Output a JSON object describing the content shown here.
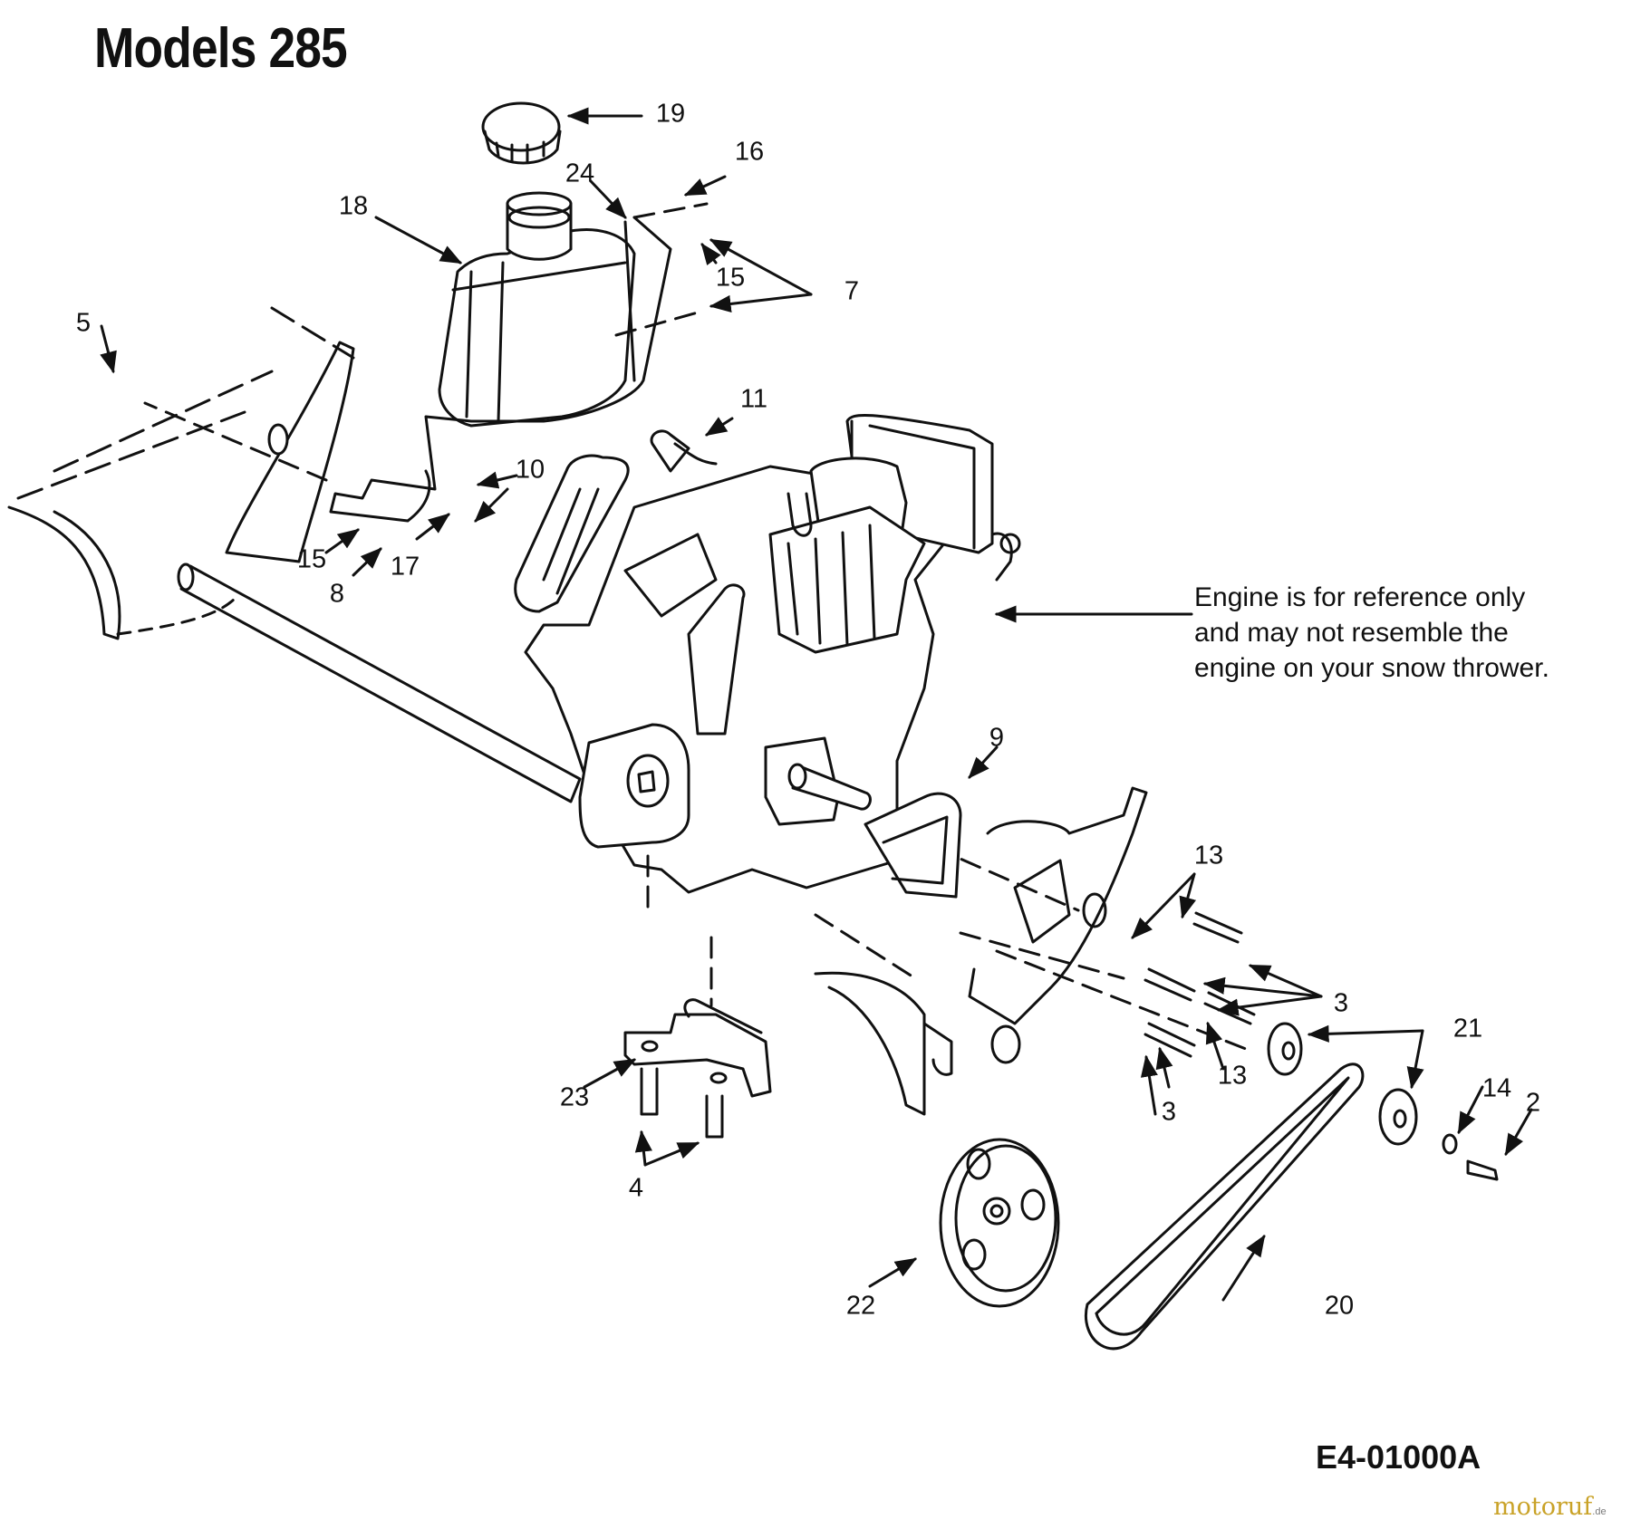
{
  "title": "Models 285",
  "note_lines": [
    "Engine is for reference only",
    "and may not resemble the",
    "engine on your snow thrower."
  ],
  "diagram_code": "E4-01000A",
  "watermark": {
    "text_main": "motoruf",
    "text_suffix": ".de"
  },
  "callouts": {
    "c19": "19",
    "c16": "16",
    "c24": "24",
    "c18": "18",
    "c15a": "15",
    "c7": "7",
    "c5": "5",
    "c11": "11",
    "c10": "10",
    "c15b": "15",
    "c17": "17",
    "c8": "8",
    "c9": "9",
    "c13a": "13",
    "c3a": "3",
    "c21": "21",
    "c13b": "13",
    "c3b": "3",
    "c14": "14",
    "c2": "2",
    "c23": "23",
    "c4": "4",
    "c22": "22",
    "c20": "20"
  },
  "colors": {
    "line": "#111111",
    "background": "#ffffff"
  }
}
